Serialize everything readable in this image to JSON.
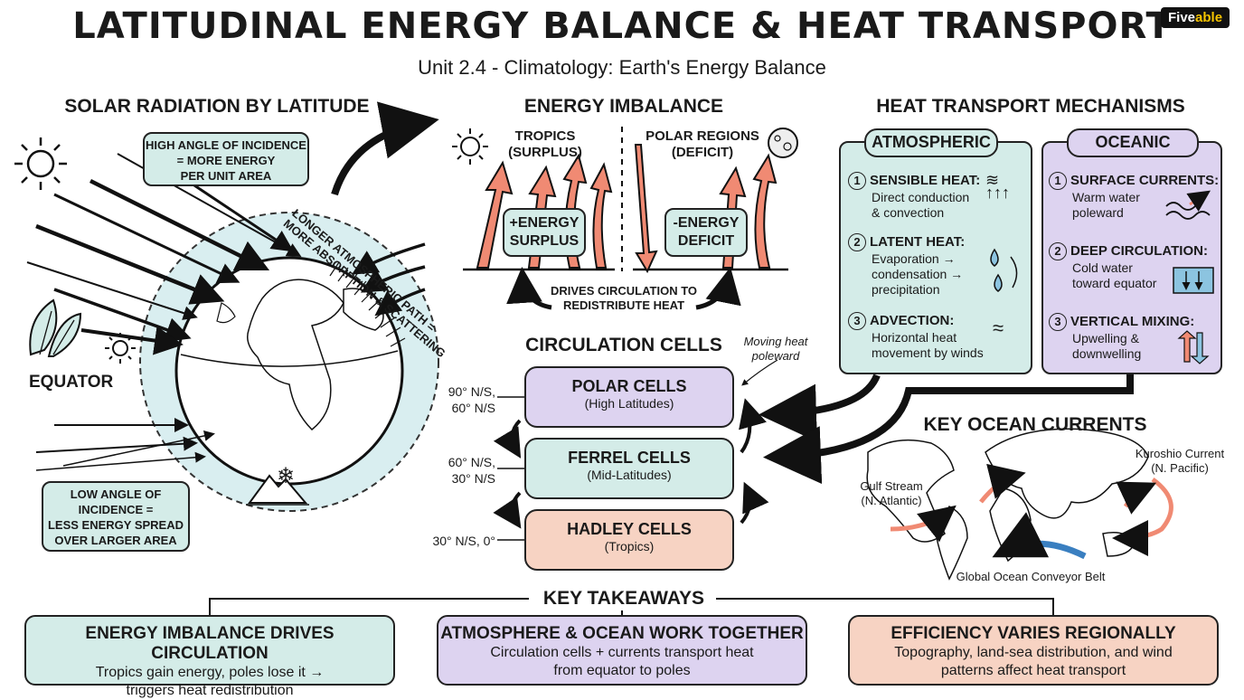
{
  "title": "LATITUDINAL ENERGY BALANCE & HEAT TRANSPORT",
  "subtitle": "Unit 2.4 - Climatology: Earth's Energy Balance",
  "logo": {
    "text_main": "Five",
    "text_accent": "able"
  },
  "solar": {
    "heading": "SOLAR RADIATION BY LATITUDE",
    "high_angle": [
      "HIGH ANGLE OF INCIDENCE",
      "= MORE ENERGY",
      "PER UNIT AREA"
    ],
    "path_line1": "LONGER ATMOSPHERIC PATH =",
    "path_line2": "MORE ABSORPTION & SCATTERING",
    "equator": "EQUATOR",
    "low_angle": [
      "LOW ANGLE OF",
      "INCIDENCE =",
      "LESS ENERGY SPREAD",
      "OVER LARGER AREA"
    ]
  },
  "imbalance": {
    "heading": "ENERGY IMBALANCE",
    "tropics": [
      "TROPICS",
      "(SURPLUS)"
    ],
    "polar": [
      "POLAR REGIONS",
      "(DEFICIT)"
    ],
    "surplus": [
      "+ENERGY",
      "SURPLUS"
    ],
    "deficit": [
      "-ENERGY",
      "DEFICIT"
    ],
    "drives": [
      "DRIVES CIRCULATION TO",
      "REDISTRIBUTE HEAT"
    ]
  },
  "transport": {
    "heading": "HEAT TRANSPORT MECHANISMS",
    "atmospheric": {
      "label": "ATMOSPHERIC",
      "items": [
        {
          "num": "1",
          "title": "SENSIBLE HEAT:",
          "body": [
            "Direct conduction",
            "& convection"
          ]
        },
        {
          "num": "2",
          "title": "LATENT HEAT:",
          "body": [
            "Evaporation →",
            "condensation →",
            "precipitation"
          ]
        },
        {
          "num": "3",
          "title": "ADVECTION:",
          "body": [
            "Horizontal heat",
            "movement by winds"
          ]
        }
      ]
    },
    "oceanic": {
      "label": "OCEANIC",
      "items": [
        {
          "num": "1",
          "title": "SURFACE CURRENTS:",
          "body": [
            "Warm water",
            "poleward"
          ]
        },
        {
          "num": "2",
          "title": "DEEP CIRCULATION:",
          "body": [
            "Cold water",
            "toward equator"
          ]
        },
        {
          "num": "3",
          "title": "VERTICAL MIXING:",
          "body": [
            "Upwelling &",
            "downwelling"
          ]
        }
      ]
    }
  },
  "cells": {
    "heading": "CIRCULATION CELLS",
    "note": [
      "Moving heat",
      "poleward"
    ],
    "list": [
      {
        "name": "POLAR CELLS",
        "sub": "(High Latitudes)",
        "lat": [
          "90° N/S,",
          "60° N/S"
        ]
      },
      {
        "name": "FERREL CELLS",
        "sub": "(Mid-Latitudes)",
        "lat": [
          "60° N/S,",
          "30° N/S"
        ]
      },
      {
        "name": "HADLEY CELLS",
        "sub": "(Tropics)",
        "lat": [
          "30° N/S, 0°"
        ]
      }
    ]
  },
  "currents": {
    "heading": "KEY OCEAN CURRENTS",
    "gulf": [
      "Gulf Stream",
      "(N. Atlantic)"
    ],
    "kuroshio": [
      "Kuroshio Current",
      "(N. Pacific)"
    ],
    "conveyor": "Global Ocean Conveyor Belt"
  },
  "takeaways": {
    "heading": "KEY TAKEAWAYS",
    "items": [
      {
        "title": "ENERGY IMBALANCE DRIVES CIRCULATION",
        "body": [
          "Tropics gain energy, poles lose it →",
          "triggers heat redistribution"
        ]
      },
      {
        "title": "ATMOSPHERE & OCEAN WORK TOGETHER",
        "body": [
          "Circulation cells + currents transport heat",
          "from equator to poles"
        ]
      },
      {
        "title": "EFFICIENCY VARIES REGIONALLY",
        "body": [
          "Topography, land-sea distribution, and wind",
          "patterns affect heat transport"
        ]
      }
    ]
  },
  "colors": {
    "teal": "#d4ece8",
    "lavender": "#ddd3f0",
    "peach": "#f7d3c3",
    "salmon": "#f08a73",
    "blue": "#3a7fc0"
  },
  "icons": [
    "sun-icon",
    "moon-icon",
    "leaf-icon",
    "snowflake-icon",
    "mountain-icon",
    "heat-waves-icon",
    "water-drops-icon",
    "wind-icon",
    "wave-icon",
    "updown-arrows-icon"
  ]
}
